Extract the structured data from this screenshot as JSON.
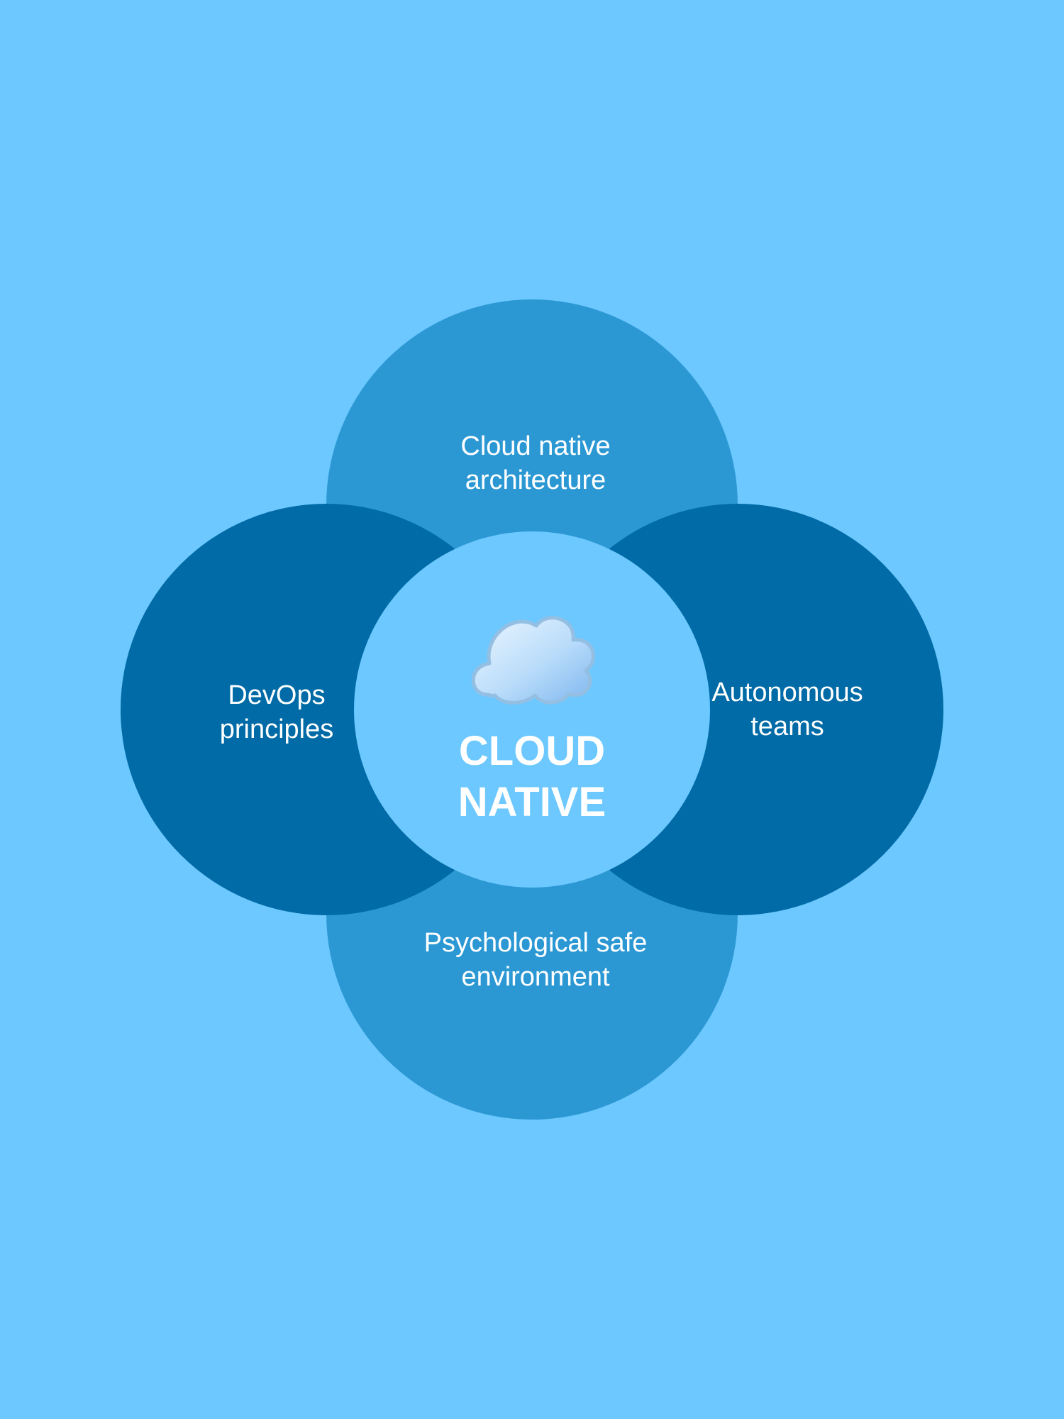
{
  "colors": {
    "background": "#6cc8fe",
    "top_bottom_circles": "#2b98d4",
    "side_circles": "#006ba6",
    "center_circle": "#6cc8fe",
    "text": "#ffffff"
  },
  "diagram": {
    "center": {
      "icon": "cloud-icon",
      "title_line1": "CLOUD",
      "title_line2": "NATIVE"
    },
    "top": {
      "line1": "Cloud native",
      "line2": "architecture"
    },
    "left": {
      "line1": "DevOps",
      "line2": "principles"
    },
    "right": {
      "line1": "Autonomous",
      "line2": "teams"
    },
    "bottom": {
      "line1": "Psychological safe",
      "line2": "environment"
    }
  }
}
